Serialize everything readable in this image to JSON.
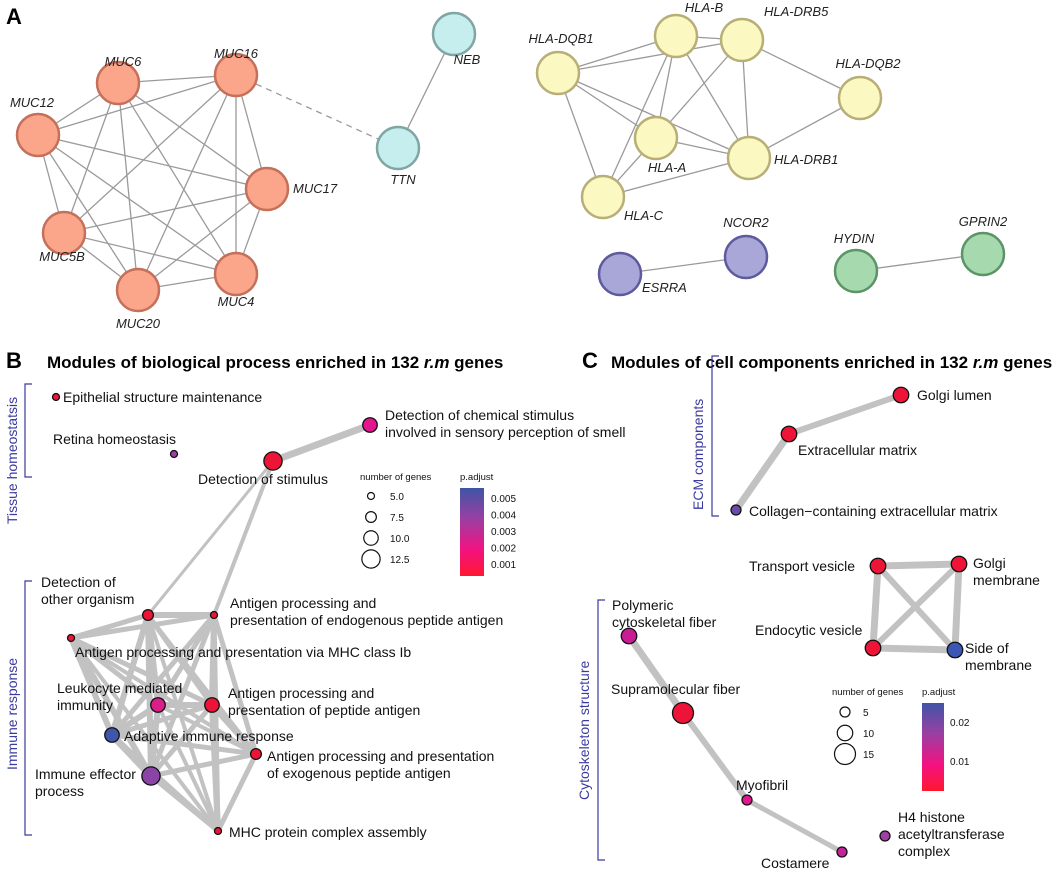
{
  "panel_a": {
    "label": "A",
    "node_style": {
      "orange": {
        "fill": "#FBA58A",
        "stroke": "#C4705A"
      },
      "cyan": {
        "fill": "#C7EEEE",
        "stroke": "#7FA5A5"
      },
      "yellow": {
        "fill": "#FCF8C2",
        "stroke": "#B8AE77"
      },
      "purple": {
        "fill": "#A9A6D8",
        "stroke": "#5E5A9E"
      },
      "green": {
        "fill": "#A6DAAE",
        "stroke": "#5B9466"
      }
    },
    "nodes": [
      {
        "id": "MUC6",
        "color": "orange"
      },
      {
        "id": "MUC16",
        "color": "orange"
      },
      {
        "id": "MUC12",
        "color": "orange"
      },
      {
        "id": "MUC17",
        "color": "orange"
      },
      {
        "id": "MUC5B",
        "color": "orange"
      },
      {
        "id": "MUC4",
        "color": "orange"
      },
      {
        "id": "MUC20",
        "color": "orange"
      },
      {
        "id": "NEB",
        "color": "cyan"
      },
      {
        "id": "TTN",
        "color": "cyan"
      },
      {
        "id": "HLA-DQB1",
        "color": "yellow"
      },
      {
        "id": "HLA-B",
        "color": "yellow"
      },
      {
        "id": "HLA-DRB5",
        "color": "yellow"
      },
      {
        "id": "HLA-DQB2",
        "color": "yellow"
      },
      {
        "id": "HLA-A",
        "color": "yellow"
      },
      {
        "id": "HLA-DRB1",
        "color": "yellow"
      },
      {
        "id": "HLA-C",
        "color": "yellow"
      },
      {
        "id": "NCOR2",
        "color": "purple"
      },
      {
        "id": "ESRRA",
        "color": "purple"
      },
      {
        "id": "HYDIN",
        "color": "green"
      },
      {
        "id": "GPRIN2",
        "color": "green"
      }
    ],
    "edges": [
      [
        "MUC6",
        "MUC16"
      ],
      [
        "MUC6",
        "MUC12"
      ],
      [
        "MUC6",
        "MUC17"
      ],
      [
        "MUC6",
        "MUC5B"
      ],
      [
        "MUC6",
        "MUC4"
      ],
      [
        "MUC6",
        "MUC20"
      ],
      [
        "MUC16",
        "MUC12"
      ],
      [
        "MUC16",
        "MUC17"
      ],
      [
        "MUC16",
        "MUC5B"
      ],
      [
        "MUC16",
        "MUC4"
      ],
      [
        "MUC16",
        "MUC20"
      ],
      [
        "MUC12",
        "MUC17"
      ],
      [
        "MUC12",
        "MUC5B"
      ],
      [
        "MUC12",
        "MUC4"
      ],
      [
        "MUC12",
        "MUC20"
      ],
      [
        "MUC17",
        "MUC5B"
      ],
      [
        "MUC17",
        "MUC4"
      ],
      [
        "MUC17",
        "MUC20"
      ],
      [
        "MUC5B",
        "MUC4"
      ],
      [
        "MUC5B",
        "MUC20"
      ],
      [
        "MUC4",
        "MUC20"
      ],
      [
        "TTN",
        "NEB"
      ],
      [
        "HLA-DQB1",
        "HLA-B"
      ],
      [
        "HLA-DQB1",
        "HLA-DRB5"
      ],
      [
        "HLA-DQB1",
        "HLA-A"
      ],
      [
        "HLA-DQB1",
        "HLA-DRB1"
      ],
      [
        "HLA-DQB1",
        "HLA-C"
      ],
      [
        "HLA-B",
        "HLA-DRB5"
      ],
      [
        "HLA-B",
        "HLA-A"
      ],
      [
        "HLA-B",
        "HLA-DRB1"
      ],
      [
        "HLA-B",
        "HLA-C"
      ],
      [
        "HLA-DRB5",
        "HLA-A"
      ],
      [
        "HLA-DRB5",
        "HLA-DRB1"
      ],
      [
        "HLA-DRB5",
        "HLA-DQB2"
      ],
      [
        "HLA-DQB2",
        "HLA-DRB1"
      ],
      [
        "HLA-A",
        "HLA-DRB1"
      ],
      [
        "HLA-A",
        "HLA-C"
      ],
      [
        "HLA-DRB1",
        "HLA-C"
      ],
      [
        "ESRRA",
        "NCOR2"
      ],
      [
        "HYDIN",
        "GPRIN2"
      ]
    ],
    "dashed_edges": [
      [
        "MUC16",
        "TTN"
      ]
    ]
  },
  "panel_b": {
    "label": "B",
    "title": "Modules of biological process enriched in 132 ",
    "title_italic": "r.m",
    "title_end": " genes",
    "groups": [
      "Tissue homeostatsis",
      "Immune response"
    ],
    "terms": [
      {
        "id": "esm",
        "lines": [
          "Epithelial structure maintenance"
        ],
        "genes": 5.0,
        "p": 0.0015,
        "color": "#E8193C"
      },
      {
        "id": "rh",
        "lines": [
          "Retina homeostasis"
        ],
        "genes": 5.0,
        "p": 0.004,
        "color": "#9E3FA4"
      },
      {
        "id": "ds",
        "lines": [
          "Detection of stimulus"
        ],
        "genes": 12.5,
        "p": 0.0005,
        "color": "#EE1437"
      },
      {
        "id": "dcs",
        "lines": [
          "Detection of chemical stimulus",
          "involved in sensory perception of smell"
        ],
        "genes": 10.0,
        "p": 0.002,
        "color": "#E2168E"
      },
      {
        "id": "doo",
        "lines": [
          "Detection of",
          "other organism"
        ],
        "genes": 7.5,
        "p": 0.0005,
        "color": "#EE1437"
      },
      {
        "id": "apend",
        "lines": [
          "Antigen processing and",
          "presentation of endogenous peptide antigen"
        ],
        "genes": 5.0,
        "p": 0.0005,
        "color": "#EE1437"
      },
      {
        "id": "apmhc",
        "lines": [
          "Antigen processing and presentation via MHC class Ib"
        ],
        "genes": 5.0,
        "p": 0.0005,
        "color": "#EE1437"
      },
      {
        "id": "lmi",
        "lines": [
          "Leukocyte mediated",
          "immunity"
        ],
        "genes": 10.0,
        "p": 0.0025,
        "color": "#DA1E8A"
      },
      {
        "id": "appa",
        "lines": [
          "Antigen processing and",
          "presentation of peptide antigen"
        ],
        "genes": 10.0,
        "p": 0.0005,
        "color": "#EE1437"
      },
      {
        "id": "air",
        "lines": [
          "Adaptive immune response"
        ],
        "genes": 10.0,
        "p": 0.006,
        "color": "#3E57A8"
      },
      {
        "id": "apex",
        "lines": [
          "Antigen processing and presentation",
          "of exogenous peptide antigen"
        ],
        "genes": 7.5,
        "p": 0.0005,
        "color": "#EE1437"
      },
      {
        "id": "iep",
        "lines": [
          "Immune effector",
          "process"
        ],
        "genes": 12.5,
        "p": 0.004,
        "color": "#8A44A6"
      },
      {
        "id": "mhc",
        "lines": [
          "MHC protein complex assembly"
        ],
        "genes": 5.0,
        "p": 0.0005,
        "color": "#EE1437"
      }
    ],
    "links": [
      [
        "ds",
        "dcs",
        7
      ],
      [
        "ds",
        "apend",
        4
      ],
      [
        "ds",
        "doo",
        3
      ],
      [
        "doo",
        "apend",
        6
      ],
      [
        "doo",
        "apmhc",
        5
      ],
      [
        "doo",
        "lmi",
        6
      ],
      [
        "doo",
        "appa",
        5
      ],
      [
        "doo",
        "air",
        6
      ],
      [
        "doo",
        "apex",
        4
      ],
      [
        "doo",
        "iep",
        6
      ],
      [
        "doo",
        "mhc",
        4
      ],
      [
        "apend",
        "apmhc",
        5
      ],
      [
        "apend",
        "lmi",
        5
      ],
      [
        "apend",
        "appa",
        6
      ],
      [
        "apend",
        "air",
        5
      ],
      [
        "apend",
        "apex",
        5
      ],
      [
        "apend",
        "iep",
        5
      ],
      [
        "apend",
        "mhc",
        5
      ],
      [
        "apmhc",
        "lmi",
        5
      ],
      [
        "apmhc",
        "appa",
        5
      ],
      [
        "apmhc",
        "air",
        6
      ],
      [
        "apmhc",
        "apex",
        4
      ],
      [
        "apmhc",
        "iep",
        6
      ],
      [
        "apmhc",
        "mhc",
        4
      ],
      [
        "lmi",
        "appa",
        6
      ],
      [
        "lmi",
        "air",
        6
      ],
      [
        "lmi",
        "apex",
        4
      ],
      [
        "lmi",
        "iep",
        6
      ],
      [
        "lmi",
        "mhc",
        4
      ],
      [
        "appa",
        "air",
        5
      ],
      [
        "appa",
        "apex",
        6
      ],
      [
        "appa",
        "iep",
        5
      ],
      [
        "appa",
        "mhc",
        6
      ],
      [
        "air",
        "apex",
        5
      ],
      [
        "air",
        "iep",
        7
      ],
      [
        "air",
        "mhc",
        5
      ],
      [
        "apex",
        "iep",
        5
      ],
      [
        "apex",
        "mhc",
        5
      ],
      [
        "iep",
        "mhc",
        5
      ]
    ],
    "size_legend": {
      "title": "number of genes",
      "values": [
        "5.0",
        "7.5",
        "10.0",
        "12.5"
      ]
    },
    "color_legend": {
      "title": "p.adjust",
      "ticks": [
        "0.005",
        "0.004",
        "0.003",
        "0.002",
        "0.001"
      ]
    }
  },
  "panel_c": {
    "label": "C",
    "title": "Modules of cell components enriched in 132 ",
    "title_italic": "r.m",
    "title_end": " genes",
    "groups": [
      "ECM components",
      "Cytoskeleton structure"
    ],
    "terms": [
      {
        "id": "gl",
        "lines": [
          "Golgi lumen"
        ],
        "genes": 10,
        "p": 0.002,
        "color": "#EE1437"
      },
      {
        "id": "em",
        "lines": [
          "Extracellular matrix"
        ],
        "genes": 10,
        "p": 0.002,
        "color": "#EE1437"
      },
      {
        "id": "ccem",
        "lines": [
          "Collagen−containing extracellular matrix"
        ],
        "genes": 5,
        "p": 0.02,
        "color": "#6A4CA6"
      },
      {
        "id": "tv",
        "lines": [
          "Transport vesicle"
        ],
        "genes": 10,
        "p": 0.002,
        "color": "#EE1437"
      },
      {
        "id": "gm",
        "lines": [
          "Golgi",
          "membrane"
        ],
        "genes": 10,
        "p": 0.002,
        "color": "#EE1437"
      },
      {
        "id": "ev",
        "lines": [
          "Endocytic vesicle"
        ],
        "genes": 10,
        "p": 0.002,
        "color": "#EE1437"
      },
      {
        "id": "som",
        "lines": [
          "Side of",
          "membrane"
        ],
        "genes": 10,
        "p": 0.025,
        "color": "#3B56B4"
      },
      {
        "id": "pcf",
        "lines": [
          "Polymeric",
          "cytoskeletal fiber"
        ],
        "genes": 10,
        "p": 0.012,
        "color": "#C91E93"
      },
      {
        "id": "smf",
        "lines": [
          "Supramolecular fiber"
        ],
        "genes": 15,
        "p": 0.002,
        "color": "#EE1437"
      },
      {
        "id": "mf",
        "lines": [
          "Myofibril"
        ],
        "genes": 5,
        "p": 0.005,
        "color": "#E2168E"
      },
      {
        "id": "cos",
        "lines": [
          "Costamere"
        ],
        "genes": 5,
        "p": 0.014,
        "color": "#C8229A"
      },
      {
        "id": "h4",
        "lines": [
          "H4 histone",
          "acetyltransferase",
          "complex"
        ],
        "genes": 5,
        "p": 0.018,
        "color": "#9E3FA4"
      }
    ],
    "links": [
      [
        "gl",
        "em",
        6
      ],
      [
        "em",
        "ccem",
        7
      ],
      [
        "tv",
        "gm",
        7
      ],
      [
        "tv",
        "ev",
        7
      ],
      [
        "tv",
        "som",
        6
      ],
      [
        "gm",
        "ev",
        6
      ],
      [
        "gm",
        "som",
        7
      ],
      [
        "ev",
        "som",
        7
      ],
      [
        "pcf",
        "smf",
        7
      ],
      [
        "smf",
        "mf",
        6
      ],
      [
        "mf",
        "cos",
        5
      ]
    ],
    "size_legend": {
      "title": "number of genes",
      "values": [
        "5",
        "10",
        "15"
      ]
    },
    "color_legend": {
      "title": "p.adjust",
      "ticks": [
        "0.02",
        "0.01"
      ]
    }
  }
}
